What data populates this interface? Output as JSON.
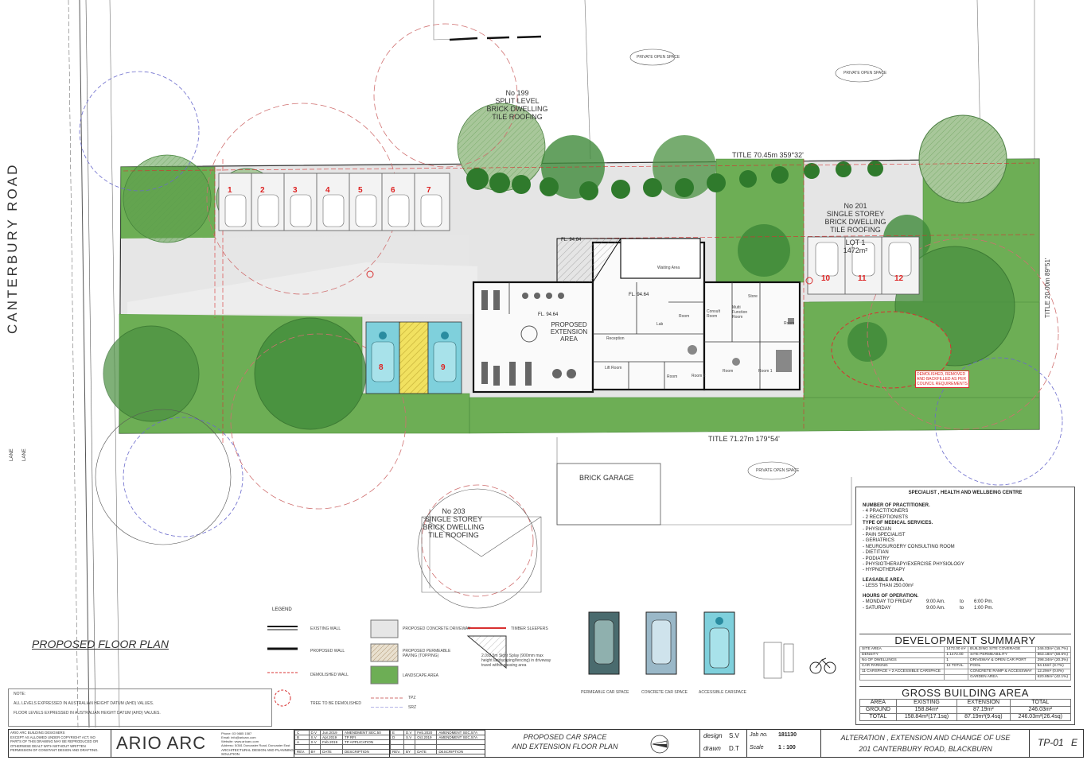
{
  "colors": {
    "landscape": "#6dae55",
    "tree": "#3f8a3a",
    "tree_light": "#a9c99a",
    "driveway": "#e6e6e6",
    "building_wall": "#111111",
    "accessible": "#7fd0dc",
    "shared": "#f1e160",
    "red_line": "#d83030",
    "boundary": "#333333"
  },
  "road": {
    "name": "CANTERBURY   ROAD",
    "lane1": "LANE",
    "lane2": "LANE"
  },
  "neighbours": {
    "no199": [
      "No 199",
      "SPLIT LEVEL",
      "BRICK DWELLING",
      "TILE ROOFING"
    ],
    "no201": [
      "No 201",
      "SINGLE STOREY",
      "BRICK DWELLING",
      "TILE ROOFING"
    ],
    "no203": [
      "No 203",
      "SINGLE STOREY",
      "BRICK DWELLING",
      "TILE ROOFING"
    ],
    "brick_garage": "BRICK GARAGE",
    "private_open_space": "PRIVATE OPEN SPACE"
  },
  "lot": {
    "label": "LOT 1",
    "area": "1472m²"
  },
  "titles": {
    "north": "TITLE 70.45m  359°32'",
    "south": "TITLE 71.27m  179°54'",
    "east": "TITLE 20.00m  89°51'"
  },
  "extension": {
    "label": [
      "PROPOSED",
      "EXTENSION",
      "AREA"
    ],
    "fl": "FL. 94.64",
    "fl2": "FL. 94.64",
    "fl3": "FL. 94.64"
  },
  "rooms": [
    "Waiting Area",
    "Reception",
    "Room",
    "Room",
    "Lab",
    "Room",
    "Room 1",
    "Room 2",
    "Room",
    "Multi Function Room",
    "Consult Room",
    "Store",
    "Lift Room"
  ],
  "car_spaces": [
    "1",
    "2",
    "3",
    "4",
    "5",
    "6",
    "7",
    "8",
    "9",
    "10",
    "11",
    "12"
  ],
  "demolish_note": [
    "DEMOLISHED, REMOVED",
    "AND BACKFILLED AS PER",
    "COUNCIL REQUIREMENTS"
  ],
  "plan_title": "PROPOSED FLOOR PLAN",
  "legend": {
    "heading": "LEGEND",
    "items": [
      "EXISTING WALL",
      "PROPOSED WALL",
      "DEMOLISHED WALL",
      "TREE TO BE DEMOLISHED",
      "PROPOSED CONCRETE DRIVEWAY",
      "PROPOSED PERMEABLE PAVING (TOPPING)",
      "LANDSCAPE AREA",
      "TIMBER SLEEPERS",
      "2.0x2.5m Sight Splay (900mm max height landscaping/fencing) in driveway travel within passing area",
      "TPZ",
      "SRZ"
    ],
    "car_types": [
      "PERMEABLE CAR SPACE",
      "CONCRETE CAR SPACE",
      "ACCESSIBLE CARSPACE"
    ]
  },
  "note": {
    "heading": "NOTE:",
    "lines": [
      "ALL LEVELS EXPRESSED IN AUSTRALIAN HEIGHT DATUM (AHD) VALUES.",
      "FLOOR LEVELS EXPRESSED IN AUSTRALIAN HEIGHT DATUM (AHD) VALUES."
    ]
  },
  "centre": {
    "title": "SPECIALIST , HEALTH AND WELLBEING CENTRE",
    "practitioners_h": "NUMBER OF PRACTITIONER.",
    "practitioners": [
      "- 4 PRACTITIONERS",
      "- 2 RECEPTIONISTS"
    ],
    "services_h": "TYPE OF MEDICAL SERVICES.",
    "services": [
      "- PHYSICIAN",
      "- PAIN SPECIALIST",
      "- GERIATRICS",
      "- NEUROSURGERY CONSULTING ROOM",
      "- DIETITIAN",
      "- PODIATRY",
      "- PHYSIOTHERAPY/EXERCISE PHYSIOLOGY",
      "- HYPNOTHERAPY"
    ],
    "leasable_h": "LEASABLE AREA.",
    "leasable": "- LESS THAN 250.00m²",
    "hours_h": "HOURS OF OPERATION.",
    "hours": [
      {
        "d": "- MONDAY TO FRIDAY",
        "a": "9:00  Am.",
        "t": "to",
        "b": "6:00  Pm."
      },
      {
        "d": "- SATURDAY",
        "a": "9:00  Am.",
        "t": "to",
        "b": "1:00  Pm."
      }
    ]
  },
  "dev_summary": {
    "title": "DEVELOPMENT SUMMARY",
    "rows": [
      [
        "SITE AREA",
        "1472.00 m²",
        "BUILDING SITE COVERAGE",
        "246.03m² (16.7%)"
      ],
      [
        "DENSITY",
        "1:1472.00",
        "SITE PERMEABILITY",
        "863.18m² (58.6%)"
      ],
      [
        "No OF DWELLINGS",
        "1",
        "DRIVEWAY & OPEN CAR PORT",
        "298.34m² (20.3%)"
      ],
      [
        "CAR PARKING",
        "12 TOTAL",
        "POOL",
        "54.15m² (3.7%)"
      ],
      [
        "11 CARSPACE + 2 ACCESSIBLE CARSPACE",
        "",
        "CONCRETE RAMP & ACCESSWAY",
        "12.29m² (0.8%)"
      ],
      [
        "",
        "",
        "GARDEN AREA",
        "620.85m² (42.1%)"
      ]
    ]
  },
  "gba": {
    "title": "GROSS BUILDING AREA",
    "head": [
      "AREA",
      "EXISTING",
      "EXTENSION",
      "TOTAL"
    ],
    "rows": [
      [
        "GROUND",
        "158.84m²",
        "87.19m²",
        "246.03m²"
      ],
      [
        "TOTAL",
        "158.84m²(17.1sq)",
        "87.19m²(9.4sq)",
        "246.03m²(26.4sq)"
      ]
    ]
  },
  "title_block": {
    "firm_lines": [
      "ARIO ARC BUILDING DESIGNERS",
      "EXCEPT AS ALLOWED UNDER COPYRIGHT ACT, NO",
      "PARTS OF THIS DRAWING MAY BE REPRODUCED OR",
      "OTHERWISE DEALT WITH WITHOUT WRITTEN",
      "PERMISSION OF CONSTANT DESIGN AND DRAFTING."
    ],
    "logo": "ARIO ARC",
    "contact": [
      "Phone: 03 9885 1587",
      "Email: info@arioarc.com",
      "Website: www.arioarc.com",
      "Address: 5/381 Doncaster Road, Doncaster East"
    ],
    "tagline": "ARCHITECTURAL DESIGN AND PLANNING SOLUTION",
    "revisions_left": [
      [
        "C",
        "D.V",
        "Jun.2019",
        "AMENDMENT SEC.50"
      ],
      [
        "B",
        "S.V",
        "Apr.2019",
        "TP RFI"
      ],
      [
        "A",
        "S.V",
        "Feb.2019",
        "TP APPLICATION"
      ],
      [
        "REV.",
        "BY",
        "DATE",
        "DESCRIPTION"
      ]
    ],
    "revisions_right": [
      [
        "E",
        "D.V",
        "Feb.2020",
        "AMENDMENT SEC.57A"
      ],
      [
        "D",
        "S.V",
        "Oct.2019",
        "AMENDMENT SEC.57A"
      ],
      [
        "REV.",
        "BY",
        "DATE",
        "DESCRIPTION"
      ]
    ],
    "drawing_title": [
      "PROPOSED CAR SPACE",
      "AND EXTENSION FLOOR PLAN"
    ],
    "design_label": "design",
    "design": "S.V",
    "drawn_label": "drawn",
    "drawn": "D.T",
    "job_label": "Job no.",
    "job": "181130",
    "scale_label": "Scale",
    "scale": "1 : 100",
    "project": [
      "ALTERATION , EXTENSION AND CHANGE OF USE",
      "201 CANTERBURY ROAD, BLACKBURN"
    ],
    "sheet": "TP-01",
    "rev": "E"
  }
}
